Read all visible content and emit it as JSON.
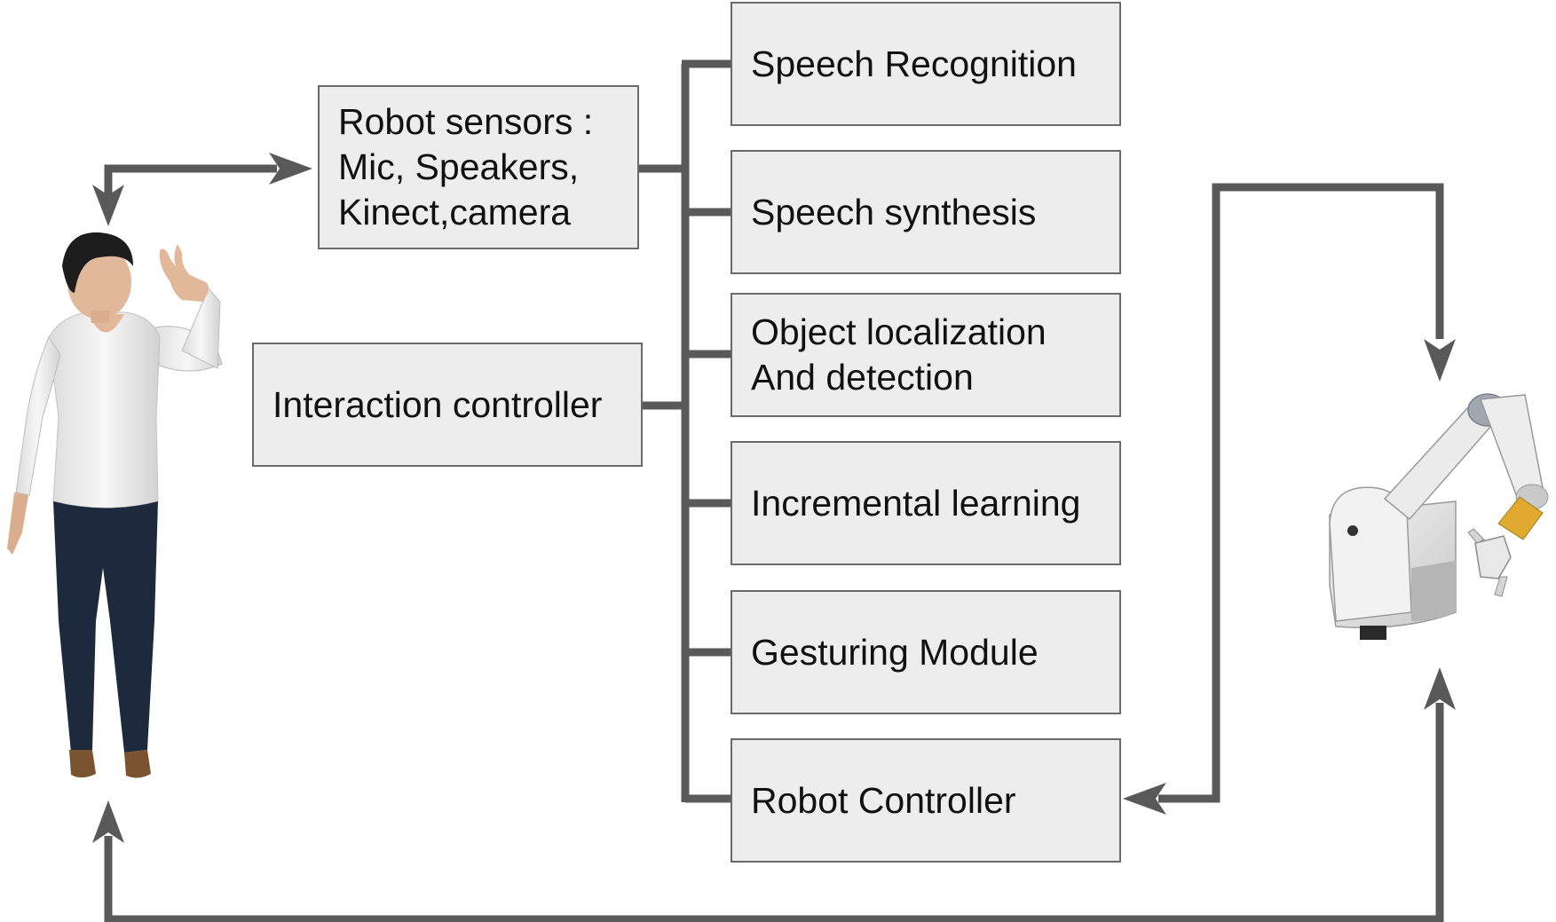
{
  "diagram": {
    "sensor_box": {
      "lines": [
        "Robot sensors :",
        "Mic, Speakers,",
        "Kinect,camera"
      ]
    },
    "interaction_box": {
      "label": "Interaction controller"
    },
    "modules": [
      {
        "lines": [
          "Speech Recognition"
        ]
      },
      {
        "lines": [
          "Speech synthesis"
        ]
      },
      {
        "lines": [
          "Object localization",
          "And detection"
        ]
      },
      {
        "lines": [
          "Incremental learning"
        ]
      },
      {
        "lines": [
          "Gesturing Module"
        ]
      },
      {
        "lines": [
          "Robot Controller"
        ]
      }
    ],
    "figures": {
      "human": "person-photo",
      "robot": "robot-arm-photo"
    },
    "colors": {
      "connector": "#595959",
      "box_fill": "#ededed",
      "box_border": "#6a6a6a"
    }
  }
}
